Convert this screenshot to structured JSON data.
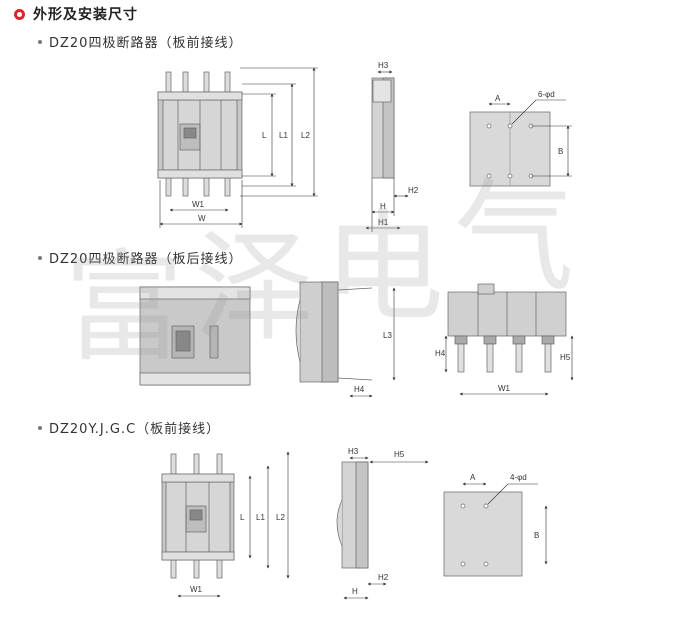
{
  "header": {
    "title": "外形及安装尺寸"
  },
  "sections": [
    {
      "title": "DZ20四极断路器（板前接线）"
    },
    {
      "title": "DZ20四极断路器（板后接线）"
    },
    {
      "title": "DZ20Y.J.G.C（板前接线）"
    }
  ],
  "watermark": [
    "富",
    "泽",
    "电",
    "气"
  ],
  "dims": {
    "s1": {
      "L": "L",
      "L1": "L1",
      "L2": "L2",
      "W1": "W1",
      "W": "W",
      "H3": "H3",
      "H2": "H2",
      "H": "H",
      "H1": "H1",
      "A": "A",
      "B": "B",
      "holes": "6-φd"
    },
    "s2": {
      "L3": "L3",
      "H4": "H4",
      "W1": "W1",
      "H5": "H5",
      "H4b": "H4"
    },
    "s3": {
      "L": "L",
      "L1": "L1",
      "L2": "L2",
      "W1": "W1",
      "H3": "H3",
      "H5": "H5",
      "H2": "H2",
      "H": "H",
      "A": "A",
      "B": "B",
      "holes": "4-φd"
    }
  }
}
